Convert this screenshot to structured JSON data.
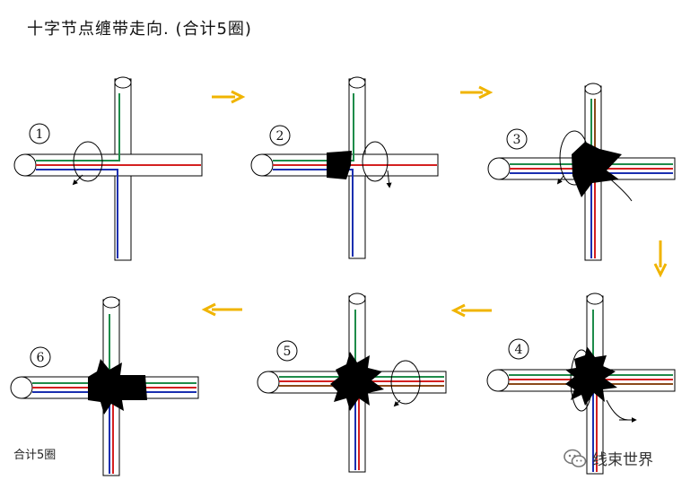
{
  "title": "十字节点缠带走向. (合计5圈)",
  "footnote": "合计5圈",
  "watermark": "线束世界",
  "steps": [
    {
      "label": "1",
      "tape": "none"
    },
    {
      "label": "2",
      "tape": "horizontal-left"
    },
    {
      "label": "3",
      "tape": "center-star"
    },
    {
      "label": "4",
      "tape": "center-star"
    },
    {
      "label": "5",
      "tape": "center-star"
    },
    {
      "label": "6",
      "tape": "full-star"
    }
  ],
  "colors": {
    "arrow": "#f0b400",
    "green_wire": "#1e8c4a",
    "red_wire": "#d42020",
    "blue_wire": "#1a2fb0",
    "brown_wire": "#8a4a1a",
    "tape": "#000000"
  }
}
